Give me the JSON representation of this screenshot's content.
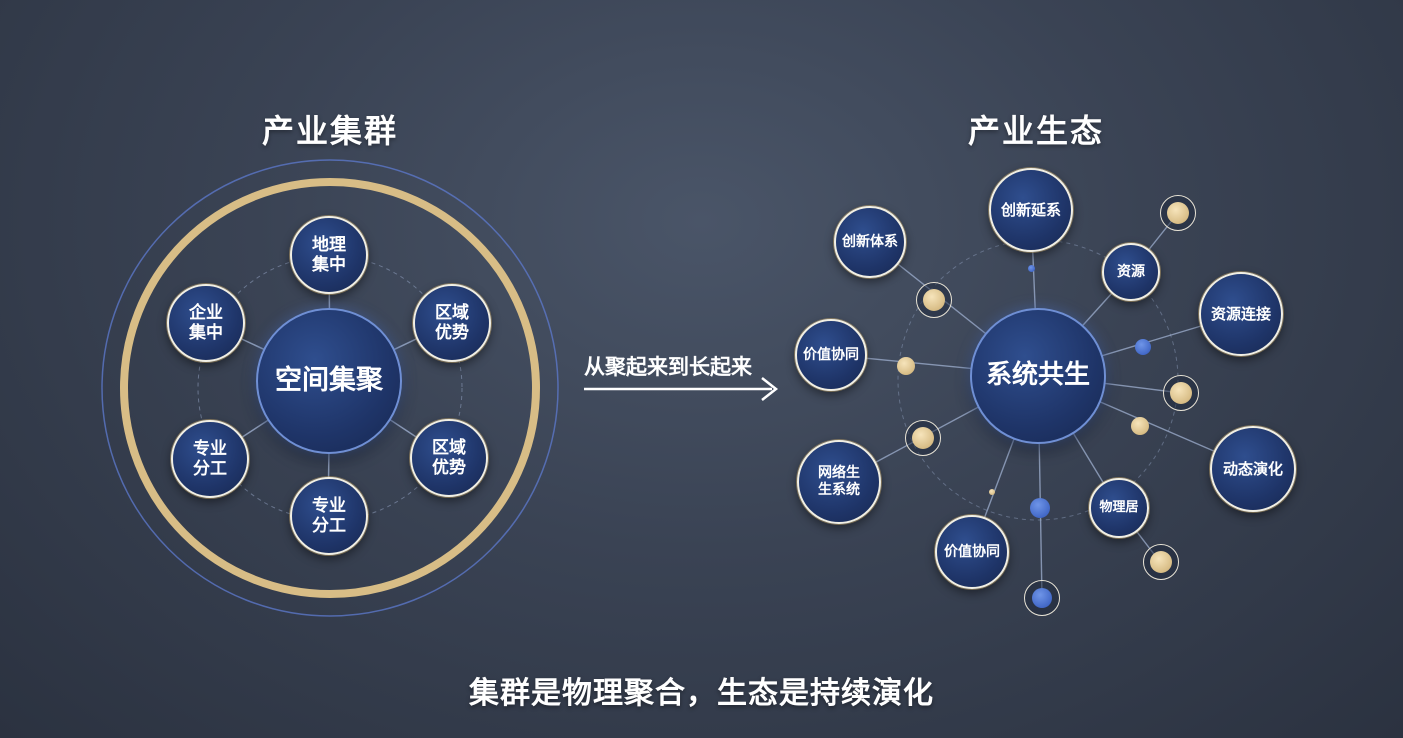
{
  "left": {
    "title": "产业集群",
    "center": "空间集聚",
    "nodes": [
      "地理\n集中",
      "区域\n优势",
      "区域\n优势",
      "专业\n分工",
      "专业\n分工",
      "企业\n集中"
    ]
  },
  "arrow": {
    "label": "从聚起来到长起来"
  },
  "right": {
    "title": "产业生态",
    "center": "系统共生",
    "nodes": [
      "创新延系",
      "创新体系",
      "资源",
      "资源连接",
      "价值协同",
      "动态演化",
      "网络生\n生系统",
      "物理居",
      "价值协同"
    ]
  },
  "caption": "集群是物理聚合，生态是持续演化",
  "colors": {
    "node_fill": "#1f3569",
    "gold": "#d8bd86",
    "accent_blue": "#3d63c3"
  }
}
